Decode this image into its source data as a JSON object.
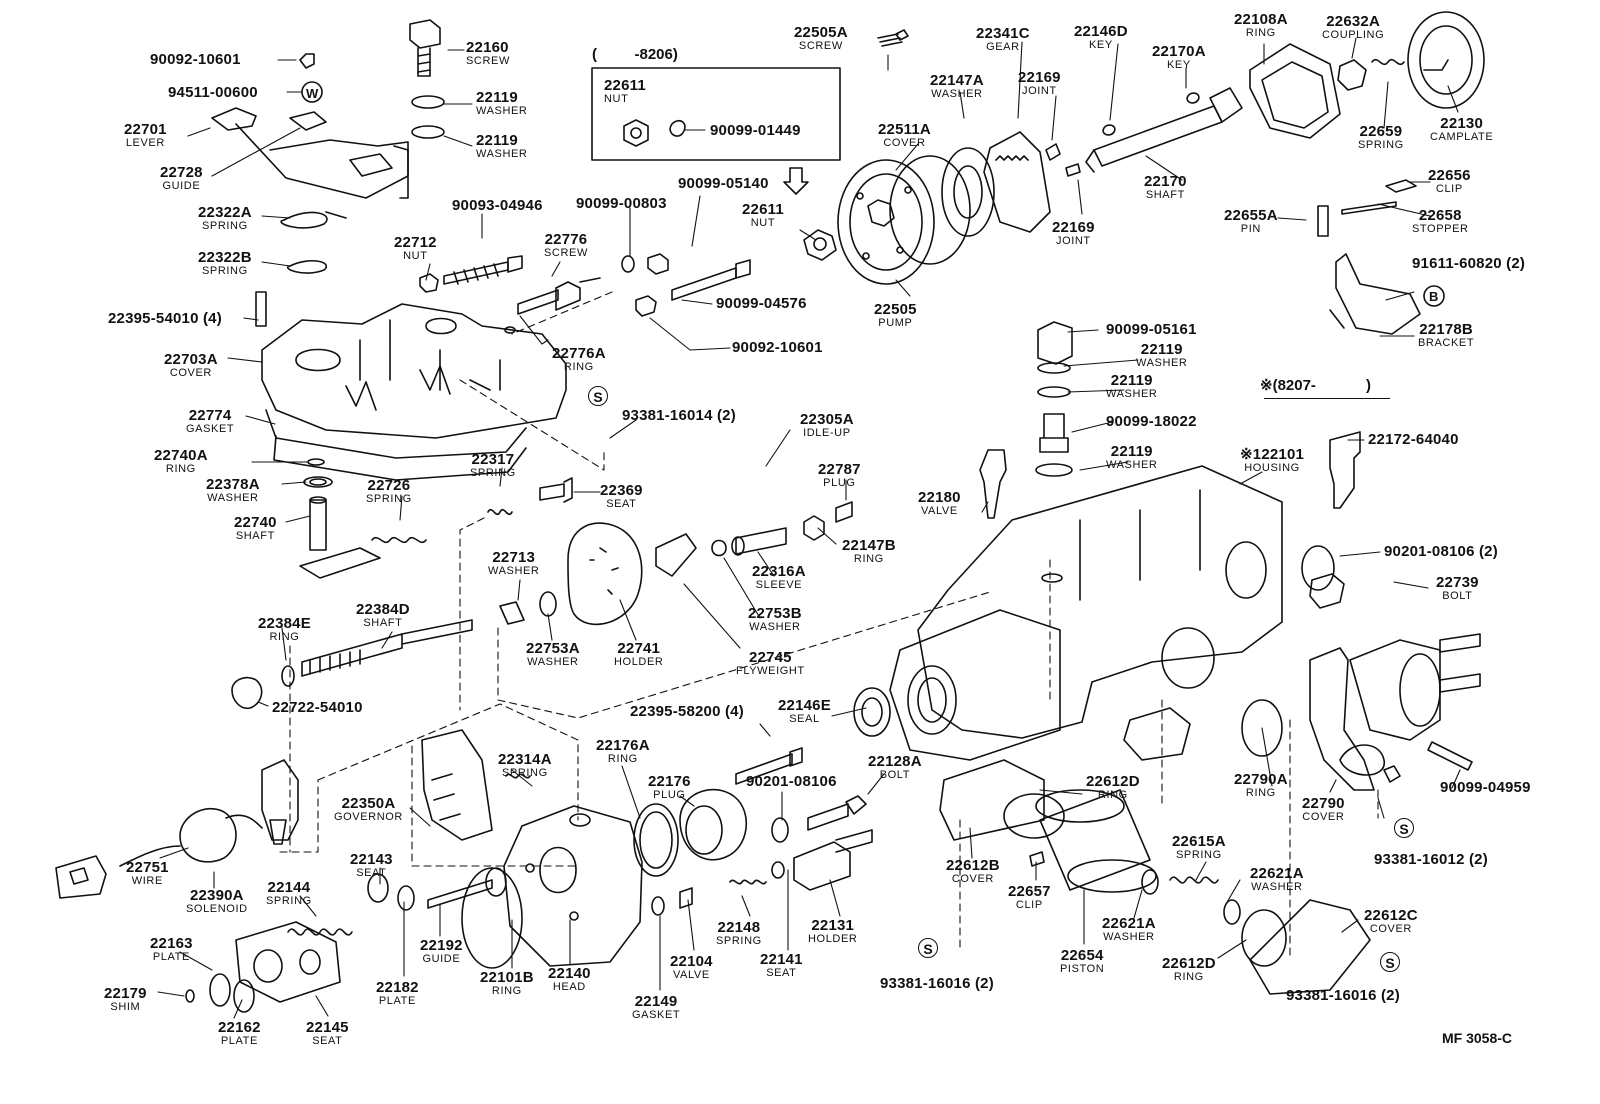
{
  "variants": {
    "left": "(         -8206)",
    "right": "※(8207-            )",
    "housing_prefix": "※1"
  },
  "markers": {
    "screw": "S",
    "washer": "W",
    "bolt": "B"
  },
  "code": "MF 3058-C",
  "parts": [
    {
      "id": "p1",
      "number": "90092-10601",
      "name": ""
    },
    {
      "id": "p2",
      "number": "94511-00600",
      "name": ""
    },
    {
      "id": "p3",
      "number": "22160",
      "name": "SCREW"
    },
    {
      "id": "p4",
      "number": "22119",
      "name": "WASHER"
    },
    {
      "id": "p5",
      "number": "22119",
      "name": "WASHER"
    },
    {
      "id": "p6",
      "number": "22701",
      "name": "LEVER"
    },
    {
      "id": "p7",
      "number": "22728",
      "name": "GUIDE"
    },
    {
      "id": "p8",
      "number": "22322A",
      "name": "SPRING"
    },
    {
      "id": "p9",
      "number": "22322B",
      "name": "SPRING"
    },
    {
      "id": "p10",
      "number": "22395-54010 (4)",
      "name": ""
    },
    {
      "id": "p11",
      "number": "22703A",
      "name": "COVER"
    },
    {
      "id": "p12",
      "number": "22774",
      "name": "GASKET"
    },
    {
      "id": "p13",
      "number": "22740A",
      "name": "RING"
    },
    {
      "id": "p14",
      "number": "22378A",
      "name": "WASHER"
    },
    {
      "id": "p15",
      "number": "22740",
      "name": "SHAFT"
    },
    {
      "id": "p16",
      "number": "22712",
      "name": "NUT"
    },
    {
      "id": "p17",
      "number": "90093-04946",
      "name": ""
    },
    {
      "id": "p18",
      "number": "22776",
      "name": "SCREW"
    },
    {
      "id": "p19",
      "number": "90099-00803",
      "name": ""
    },
    {
      "id": "p20",
      "number": "90099-05140",
      "name": ""
    },
    {
      "id": "p21",
      "number": "90099-04576",
      "name": ""
    },
    {
      "id": "p22",
      "number": "90092-10601",
      "name": ""
    },
    {
      "id": "p23",
      "number": "22776A",
      "name": "RING"
    },
    {
      "id": "p24",
      "number": "22611",
      "name": "NUT"
    },
    {
      "id": "p25",
      "number": "90099-01449",
      "name": ""
    },
    {
      "id": "p26",
      "number": "22611",
      "name": "NUT"
    },
    {
      "id": "p27",
      "number": "22505A",
      "name": "SCREW"
    },
    {
      "id": "p28",
      "number": "22511A",
      "name": "COVER"
    },
    {
      "id": "p29",
      "number": "22505",
      "name": "PUMP"
    },
    {
      "id": "p30",
      "number": "22147A",
      "name": "WASHER"
    },
    {
      "id": "p31",
      "number": "22341C",
      "name": "GEAR"
    },
    {
      "id": "p32",
      "number": "22169",
      "name": "JOINT"
    },
    {
      "id": "p33",
      "number": "22169",
      "name": "JOINT"
    },
    {
      "id": "p34",
      "number": "22146D",
      "name": "KEY"
    },
    {
      "id": "p35",
      "number": "22170A",
      "name": "KEY"
    },
    {
      "id": "p36",
      "number": "22170",
      "name": "SHAFT"
    },
    {
      "id": "p37",
      "number": "22108A",
      "name": "RING"
    },
    {
      "id": "p38",
      "number": "22632A",
      "name": "COUPLING"
    },
    {
      "id": "p39",
      "number": "22659",
      "name": "SPRING"
    },
    {
      "id": "p40",
      "number": "22130",
      "name": "CAMPLATE"
    },
    {
      "id": "p41",
      "number": "22656",
      "name": "CLIP"
    },
    {
      "id": "p42",
      "number": "22655A",
      "name": "PIN"
    },
    {
      "id": "p43",
      "number": "22658",
      "name": "STOPPER"
    },
    {
      "id": "p44",
      "number": "91611-60820 (2)",
      "name": ""
    },
    {
      "id": "p45",
      "number": "22178B",
      "name": "BRACKET"
    },
    {
      "id": "p46",
      "number": "90099-05161",
      "name": ""
    },
    {
      "id": "p47",
      "number": "22119",
      "name": "WASHER"
    },
    {
      "id": "p48",
      "number": "22119",
      "name": "WASHER"
    },
    {
      "id": "p49",
      "number": "90099-18022",
      "name": ""
    },
    {
      "id": "p50",
      "number": "22119",
      "name": "WASHER"
    },
    {
      "id": "p51",
      "number": "22101",
      "name": "HOUSING"
    },
    {
      "id": "p52",
      "number": "22172-64040",
      "name": ""
    },
    {
      "id": "p53",
      "number": "22180",
      "name": "VALVE"
    },
    {
      "id": "p54",
      "number": "93381-16014 (2)",
      "name": ""
    },
    {
      "id": "p55",
      "number": "22305A",
      "name": "IDLE-UP"
    },
    {
      "id": "p56",
      "number": "22787",
      "name": "PLUG"
    },
    {
      "id": "p57",
      "number": "22317",
      "name": "SPRING"
    },
    {
      "id": "p58",
      "number": "22369",
      "name": "SEAT"
    },
    {
      "id": "p59",
      "number": "22726",
      "name": "SPRING"
    },
    {
      "id": "p60",
      "number": "22147B",
      "name": "RING"
    },
    {
      "id": "p61",
      "number": "22316A",
      "name": "SLEEVE"
    },
    {
      "id": "p62",
      "number": "22753B",
      "name": "WASHER"
    },
    {
      "id": "p63",
      "number": "22713",
      "name": "WASHER"
    },
    {
      "id": "p64",
      "number": "22753A",
      "name": "WASHER"
    },
    {
      "id": "p65",
      "number": "22741",
      "name": "HOLDER"
    },
    {
      "id": "p66",
      "number": "22745",
      "name": "FLYWEIGHT"
    },
    {
      "id": "p67",
      "number": "22384E",
      "name": "RING"
    },
    {
      "id": "p68",
      "number": "22384D",
      "name": "SHAFT"
    },
    {
      "id": "p69",
      "number": "22722-54010",
      "name": ""
    },
    {
      "id": "p70",
      "number": "90201-08106 (2)",
      "name": ""
    },
    {
      "id": "p71",
      "number": "22739",
      "name": "BOLT"
    },
    {
      "id": "p72",
      "number": "22146E",
      "name": "SEAL"
    },
    {
      "id": "p73",
      "number": "22395-58200 (4)",
      "name": ""
    },
    {
      "id": "p74",
      "number": "22314A",
      "name": "SPRING"
    },
    {
      "id": "p75",
      "number": "22176A",
      "name": "RING"
    },
    {
      "id": "p76",
      "number": "22176",
      "name": "PLUG"
    },
    {
      "id": "p77",
      "number": "90201-08106",
      "name": ""
    },
    {
      "id": "p78",
      "number": "22128A",
      "name": "BOLT"
    },
    {
      "id": "p79",
      "number": "22350A",
      "name": "GOVERNOR"
    },
    {
      "id": "p80",
      "number": "22751",
      "name": "WIRE"
    },
    {
      "id": "p81",
      "number": "22390A",
      "name": "SOLENOID"
    },
    {
      "id": "p82",
      "number": "22143",
      "name": "SEAT"
    },
    {
      "id": "p83",
      "number": "22144",
      "name": "SPRING"
    },
    {
      "id": "p84",
      "number": "22163",
      "name": "PLATE"
    },
    {
      "id": "p85",
      "number": "22179",
      "name": "SHIM"
    },
    {
      "id": "p86",
      "number": "22162",
      "name": "PLATE"
    },
    {
      "id": "p87",
      "number": "22145",
      "name": "SEAT"
    },
    {
      "id": "p88",
      "number": "22182",
      "name": "PLATE"
    },
    {
      "id": "p89",
      "number": "22192",
      "name": "GUIDE"
    },
    {
      "id": "p90",
      "number": "22101B",
      "name": "RING"
    },
    {
      "id": "p91",
      "number": "22140",
      "name": "HEAD"
    },
    {
      "id": "p92",
      "number": "22149",
      "name": "GASKET"
    },
    {
      "id": "p93",
      "number": "22104",
      "name": "VALVE"
    },
    {
      "id": "p94",
      "number": "22148",
      "name": "SPRING"
    },
    {
      "id": "p95",
      "number": "22141",
      "name": "SEAT"
    },
    {
      "id": "p96",
      "number": "22131",
      "name": "HOLDER"
    },
    {
      "id": "p97",
      "number": "22612D",
      "name": "RING"
    },
    {
      "id": "p98",
      "number": "22612B",
      "name": "COVER"
    },
    {
      "id": "p99",
      "number": "22657",
      "name": "CLIP"
    },
    {
      "id": "p100",
      "number": "22654",
      "name": "PISTON"
    },
    {
      "id": "p101",
      "number": "93381-16016 (2)",
      "name": ""
    },
    {
      "id": "p102",
      "number": "22615A",
      "name": "SPRING"
    },
    {
      "id": "p103",
      "number": "22621A",
      "name": "WASHER"
    },
    {
      "id": "p104",
      "number": "22621A",
      "name": "WASHER"
    },
    {
      "id": "p105",
      "number": "22612C",
      "name": "COVER"
    },
    {
      "id": "p106",
      "number": "22612D",
      "name": "RING"
    },
    {
      "id": "p107",
      "number": "93381-16016 (2)",
      "name": ""
    },
    {
      "id": "p108",
      "number": "22790A",
      "name": "RING"
    },
    {
      "id": "p109",
      "number": "22790",
      "name": "COVER"
    },
    {
      "id": "p110",
      "number": "90099-04959",
      "name": ""
    },
    {
      "id": "p111",
      "number": "93381-16012 (2)",
      "name": ""
    }
  ]
}
